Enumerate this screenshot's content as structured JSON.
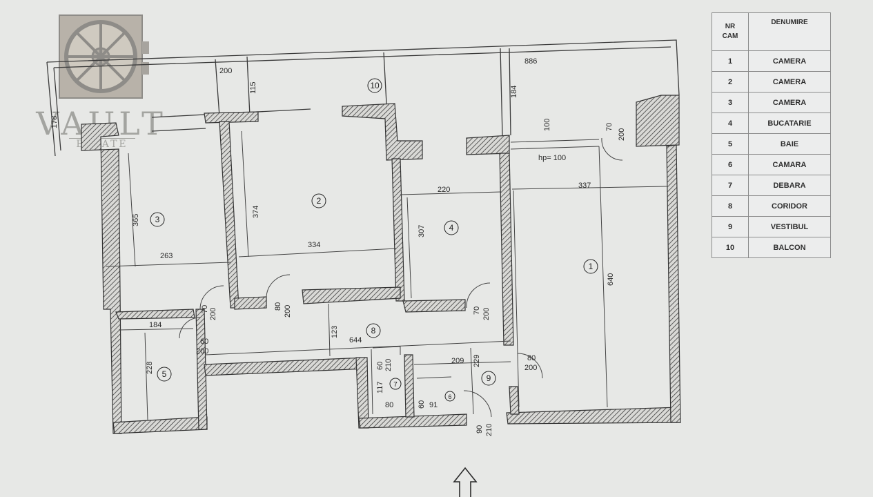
{
  "legend": {
    "header_nr": "NR\nCAM",
    "header_name": "DENUMIRE",
    "rows": [
      {
        "nr": "1",
        "name": "CAMERA"
      },
      {
        "nr": "2",
        "name": "CAMERA"
      },
      {
        "nr": "3",
        "name": "CAMERA"
      },
      {
        "nr": "4",
        "name": "BUCATARIE"
      },
      {
        "nr": "5",
        "name": "BAIE"
      },
      {
        "nr": "6",
        "name": "CAMARA"
      },
      {
        "nr": "7",
        "name": "DEBARA"
      },
      {
        "nr": "8",
        "name": "CORIDOR"
      },
      {
        "nr": "9",
        "name": "VESTIBUL"
      },
      {
        "nr": "10",
        "name": "BALCON"
      }
    ]
  },
  "watermark": {
    "brand": "VAULT",
    "sub": "ESTATE",
    "icon": "vault-door-icon"
  },
  "room_numbers": [
    "1",
    "2",
    "3",
    "4",
    "5",
    "6",
    "7",
    "8",
    "9",
    "10"
  ],
  "dimensions": {
    "balcony_left": "178",
    "balcony_w1": "200",
    "balcony_w2": "115",
    "balcony_long": "886",
    "balcony_184": "184",
    "window_100": "100",
    "door_balcony_70": "70",
    "door_balcony_200": "200",
    "hp": "hp= 100",
    "kitchen_w": "220",
    "room1_w": "337",
    "room3_h": "365",
    "room2_h": "374",
    "kitchen_h": "307",
    "room1_h": "640",
    "room3_w": "263",
    "room2_w": "334",
    "door3_70": "70",
    "door3_200": "200",
    "door2_80": "80",
    "door2_200": "200",
    "door4_70": "70",
    "door4_200": "200",
    "bath_w": "184",
    "bath_h": "228",
    "door5_60": "60",
    "door5_200": "200",
    "cor_h": "123",
    "cor_w": "644",
    "store_60": "60",
    "store_210": "210",
    "deb_117": "117",
    "deb_80": "80",
    "camara_60": "60",
    "camara_91": "91",
    "vest_209": "209",
    "vest_229": "229",
    "door1_80": "80",
    "door1_200": "200",
    "entry_90": "90",
    "entry_210": "210"
  }
}
